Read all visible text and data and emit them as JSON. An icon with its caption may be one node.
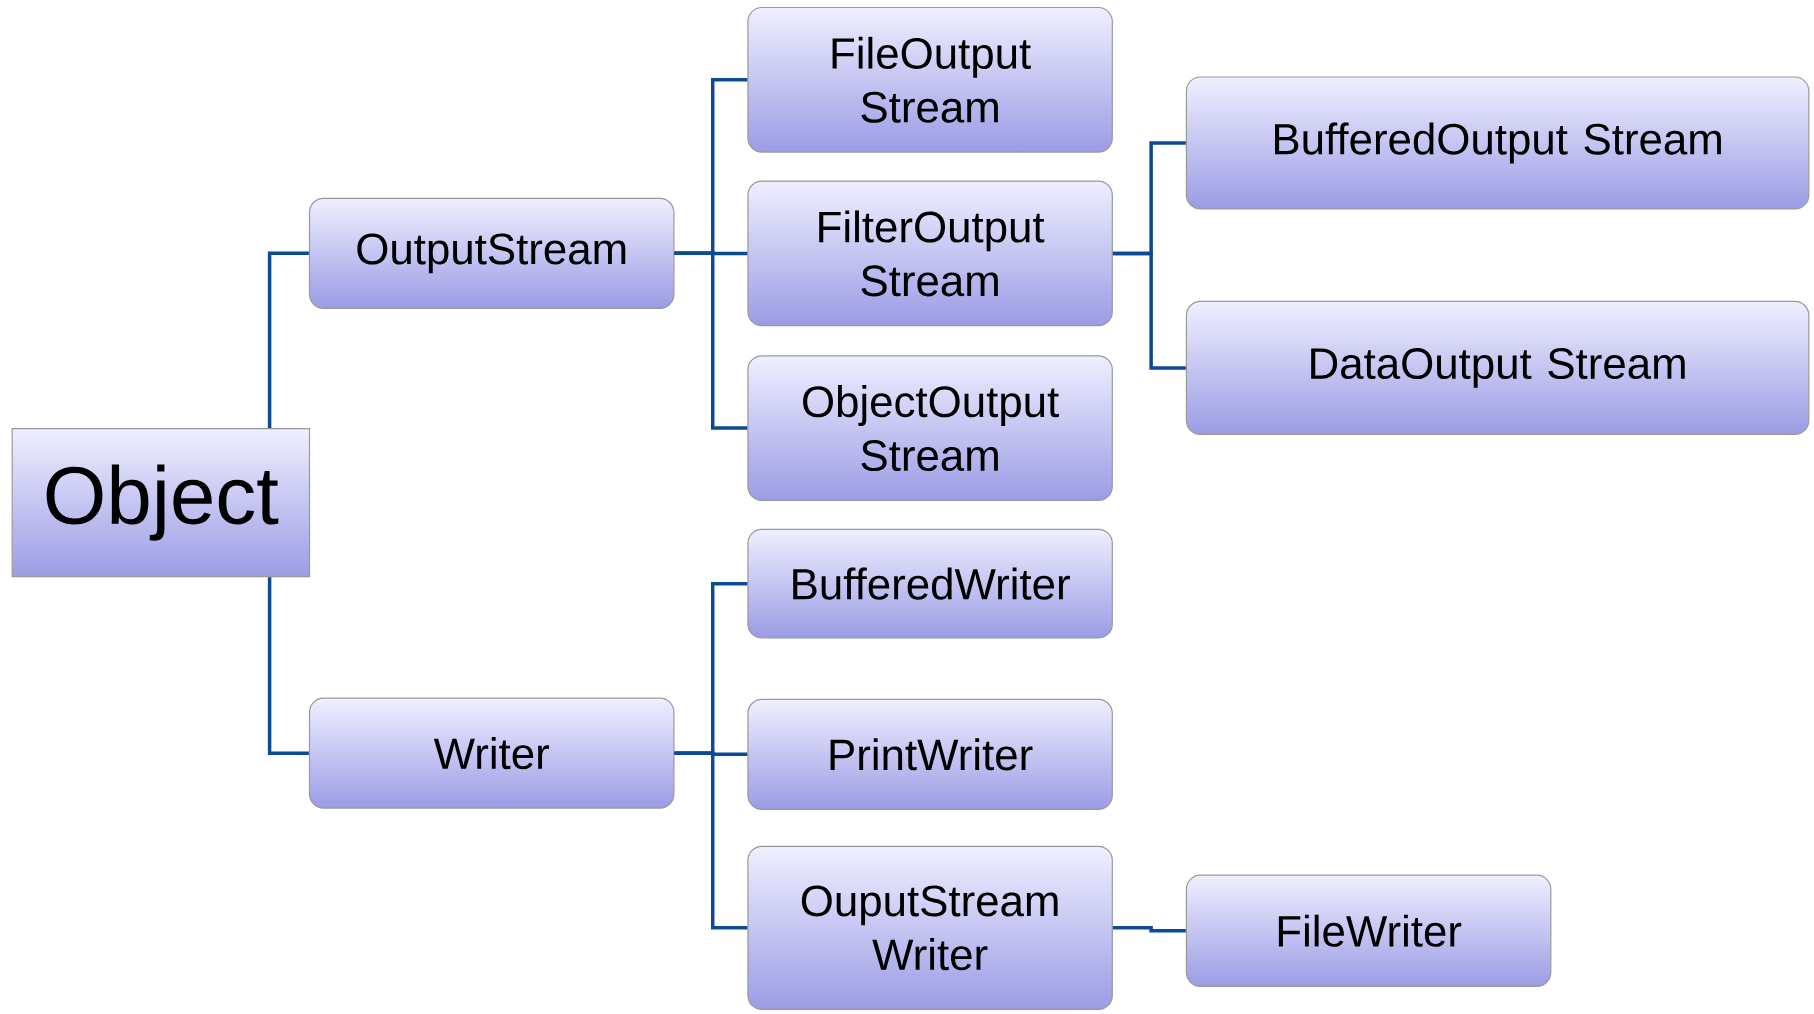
{
  "diagram": {
    "nodes": [
      {
        "text": [
          "Object"
        ]
      },
      {
        "text": [
          "OutputStream"
        ]
      },
      {
        "text": [
          "FileOutput Stream"
        ]
      },
      {
        "text": [
          "FilterOutput Stream"
        ]
      },
      {
        "text": [
          "BufferedOutput Stream"
        ]
      },
      {
        "text": [
          "DataOutput Stream"
        ]
      },
      {
        "text": [
          "ObjectOutput Stream"
        ]
      },
      {
        "text": [
          "Writer"
        ]
      },
      {
        "text": [
          "BufferedWriter"
        ]
      },
      {
        "text": [
          "PrintWriter"
        ]
      },
      {
        "text": [
          "OuputStream Writer"
        ]
      },
      {
        "text": [
          "FileWriter"
        ]
      }
    ],
    "edges": [
      {
        "from": 0,
        "to": 1,
        "arrow": "none"
      },
      {
        "from": 0,
        "to": 7,
        "arrow": "none"
      },
      {
        "from": 1,
        "to": 2,
        "arrow": "none"
      },
      {
        "from": 1,
        "to": 3,
        "arrow": "none"
      },
      {
        "from": 1,
        "to": 6,
        "arrow": "none"
      },
      {
        "from": 3,
        "to": 4,
        "arrow": "none"
      },
      {
        "from": 3,
        "to": 5,
        "arrow": "none"
      },
      {
        "from": 7,
        "to": 8,
        "arrow": "none"
      },
      {
        "from": 7,
        "to": 9,
        "arrow": "none"
      },
      {
        "from": 7,
        "to": 10,
        "arrow": "none"
      },
      {
        "from": 10,
        "to": 11,
        "arrow": "none"
      }
    ]
  }
}
